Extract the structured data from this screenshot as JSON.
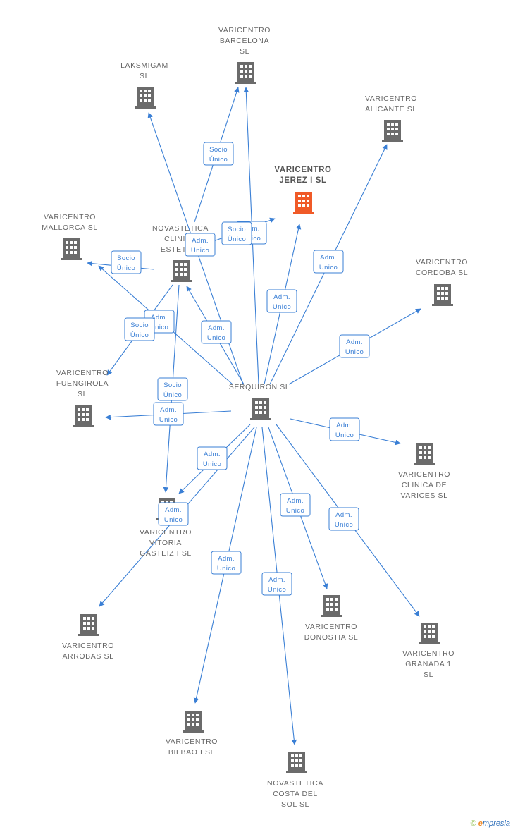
{
  "diagram": {
    "colors": {
      "edge": "#3a7fd5",
      "building": "#6b6b6b",
      "focus_building": "#f05a28"
    },
    "nodes": [
      {
        "id": "barcelona",
        "lines": [
          "VARICENTRO",
          "BARCELONA",
          "SL"
        ],
        "icon": "building-icon"
      },
      {
        "id": "laksmigam",
        "lines": [
          "LAKSMIGAM",
          "SL"
        ],
        "icon": "building-icon"
      },
      {
        "id": "alicante",
        "lines": [
          "VARICENTRO",
          "ALICANTE  SL"
        ],
        "icon": "building-icon"
      },
      {
        "id": "jerez",
        "lines": [
          "VARICENTRO",
          "JEREZ I  SL"
        ],
        "icon": "building-icon",
        "focus": true
      },
      {
        "id": "mallorca",
        "lines": [
          "VARICENTRO",
          "MALLORCA  SL"
        ],
        "icon": "building-icon"
      },
      {
        "id": "novastetica_clinica",
        "lines": [
          "NOVASTETICA",
          "CLINICA",
          "ESTETICA"
        ],
        "icon": "building-icon"
      },
      {
        "id": "cordoba",
        "lines": [
          "VARICENTRO",
          "CORDOBA  SL"
        ],
        "icon": "building-icon"
      },
      {
        "id": "fuengirola",
        "lines": [
          "VARICENTRO",
          "FUENGIROLA",
          "SL"
        ],
        "icon": "building-icon"
      },
      {
        "id": "serquiron",
        "lines": [
          "SERQUIRON  SL"
        ],
        "icon": "building-icon"
      },
      {
        "id": "clinica_varices",
        "lines": [
          "VARICENTRO",
          "CLINICA DE",
          "VARICES  SL"
        ],
        "icon": "building-icon"
      },
      {
        "id": "vitoria",
        "lines": [
          "VARICENTRO",
          "VITORIA",
          "GASTEIZ I  SL"
        ],
        "icon": "building-icon"
      },
      {
        "id": "arrobas",
        "lines": [
          "VARICENTRO",
          "ARROBAS  SL"
        ],
        "icon": "building-icon"
      },
      {
        "id": "donostia",
        "lines": [
          "VARICENTRO",
          "DONOSTIA  SL"
        ],
        "icon": "building-icon"
      },
      {
        "id": "granada",
        "lines": [
          "VARICENTRO",
          "GRANADA 1",
          "SL"
        ],
        "icon": "building-icon"
      },
      {
        "id": "bilbao",
        "lines": [
          "VARICENTRO",
          "BILBAO I  SL"
        ],
        "icon": "building-icon"
      },
      {
        "id": "costa_sol",
        "lines": [
          "NOVASTETICA",
          "COSTA DEL",
          "SOL  SL"
        ],
        "icon": "building-icon"
      }
    ],
    "edges": [
      {
        "from": "novastetica_clinica",
        "to": "barcelona",
        "label": [
          "Socio",
          "Único"
        ]
      },
      {
        "from": "serquiron",
        "to": "barcelona",
        "label": [
          "Adm.",
          "Unico"
        ]
      },
      {
        "from": "serquiron",
        "to": "laksmigam",
        "label": [
          "Adm.",
          "Unico"
        ]
      },
      {
        "from": "serquiron",
        "to": "alicante",
        "label": [
          "Adm.",
          "Unico"
        ]
      },
      {
        "from": "serquiron",
        "to": "jerez",
        "label": [
          "Adm.",
          "Unico"
        ]
      },
      {
        "from": "novastetica_clinica",
        "to": "jerez",
        "label": [
          "Socio",
          "Único"
        ]
      },
      {
        "from": "novastetica_clinica",
        "to": "mallorca",
        "label": [
          "Socio",
          "Único"
        ]
      },
      {
        "from": "serquiron",
        "to": "mallorca",
        "label": [
          "Adm.",
          "Unico"
        ]
      },
      {
        "from": "serquiron",
        "to": "novastetica_clinica",
        "label": [
          "Adm.",
          "Unico"
        ]
      },
      {
        "from": "serquiron",
        "to": "cordoba",
        "label": [
          "Adm.",
          "Unico"
        ]
      },
      {
        "from": "novastetica_clinica",
        "to": "fuengirola",
        "label": [
          "Socio",
          "Único"
        ]
      },
      {
        "from": "serquiron",
        "to": "fuengirola",
        "label": [
          "Adm.",
          "Unico"
        ]
      },
      {
        "from": "novastetica_clinica",
        "to": "vitoria",
        "label": [
          "Socio",
          "Único"
        ]
      },
      {
        "from": "serquiron",
        "to": "vitoria",
        "label": [
          "Adm.",
          "Unico"
        ]
      },
      {
        "from": "serquiron",
        "to": "clinica_varices",
        "label": [
          "Adm.",
          "Unico"
        ]
      },
      {
        "from": "serquiron",
        "to": "arrobas",
        "label": [
          "Adm.",
          "Unico"
        ]
      },
      {
        "from": "serquiron",
        "to": "donostia",
        "label": [
          "Adm.",
          "Unico"
        ]
      },
      {
        "from": "serquiron",
        "to": "granada",
        "label": [
          "Adm.",
          "Unico"
        ]
      },
      {
        "from": "serquiron",
        "to": "bilbao",
        "label": [
          "Adm.",
          "Unico"
        ]
      },
      {
        "from": "serquiron",
        "to": "costa_sol",
        "label": [
          "Adm.",
          "Unico"
        ]
      }
    ]
  },
  "footer": {
    "copyright_symbol": "©",
    "brand_initial": "e",
    "brand_rest": "mpresia"
  }
}
